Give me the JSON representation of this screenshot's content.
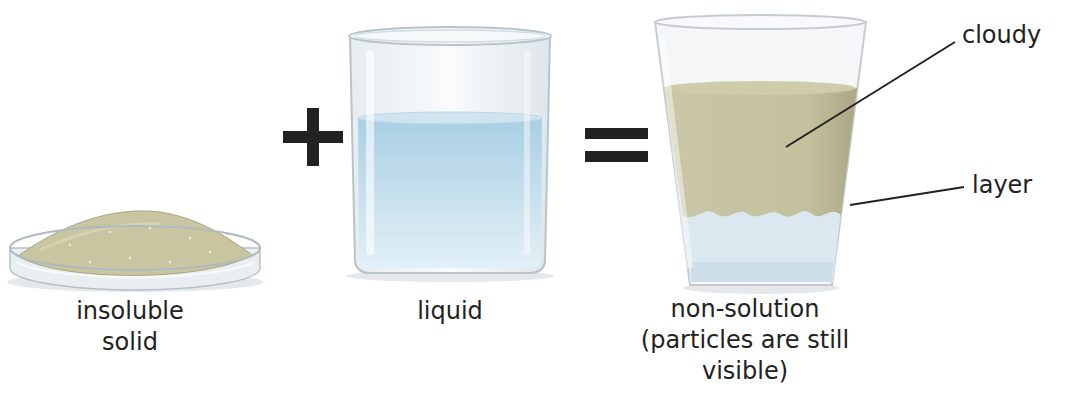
{
  "diagram": {
    "labels": [
      "insoluble solid",
      "liquid",
      "non-solution (particles are still visible)",
      "cloudy",
      "layer"
    ]
  }
}
